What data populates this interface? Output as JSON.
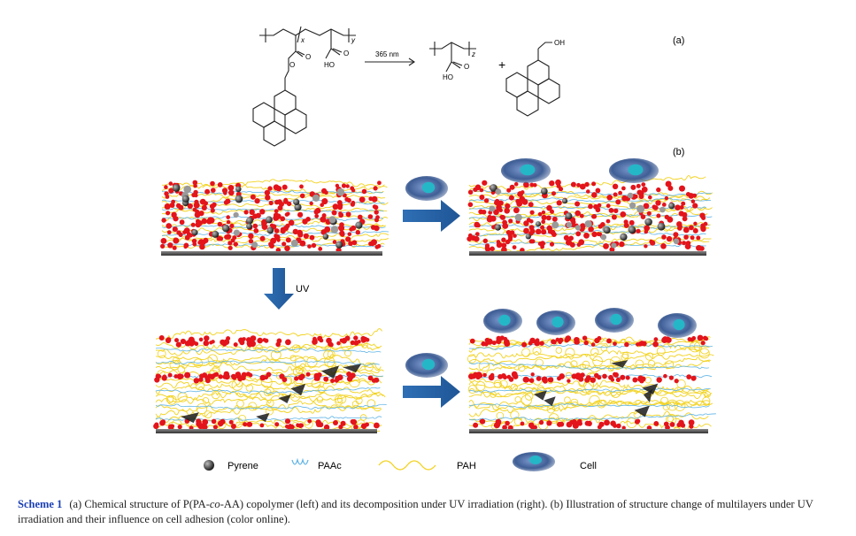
{
  "figure": {
    "panel_a_label": "(a)",
    "panel_b_label": "(b)",
    "chem": {
      "sub_x": "x",
      "sub_y": "y",
      "sub_z": "z",
      "o_ester_carbonyl": "O",
      "o_ester_link": "O",
      "o_acid": "O",
      "ho_acid": "HO",
      "o_prod_acid": "O",
      "ho_prod_acid": "HO",
      "oh_pyrenemethanol": "OH",
      "arrow_label": "365 nm",
      "plus": "+"
    },
    "uv_label": "UV",
    "legend": {
      "pyrene": "Pyrene",
      "paac": "PAAc",
      "pah": "PAH",
      "cell": "Cell"
    },
    "colors": {
      "pah": "#f2d21e",
      "paac": "#5fb4e6",
      "dots": "#e3141b",
      "arrow": "#2a65a8",
      "cell": "#3f5e95",
      "nucleus": "#24b7c7",
      "substrate": "#555555"
    }
  },
  "caption": {
    "label": "Scheme 1",
    "text_part1": "(a) Chemical structure of P(PA-",
    "text_italic": "co",
    "text_part2": "-AA) copolymer (left) and its decomposition under UV irradiation (right). (b) Illustration of structure change of multilayers under UV irradiation and their influence on cell adhesion (color online)."
  }
}
